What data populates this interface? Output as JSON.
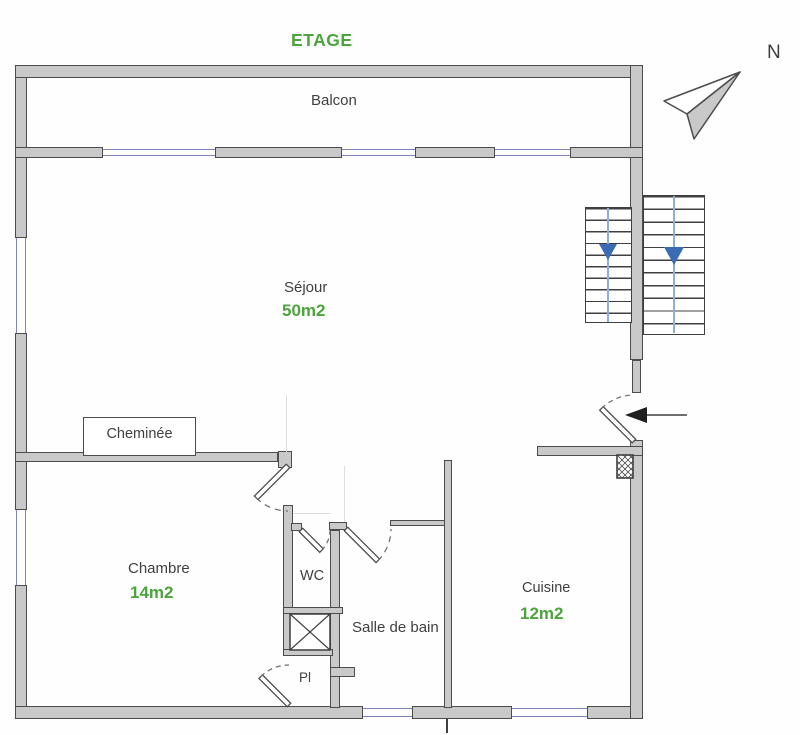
{
  "title": "ETAGE",
  "compass": "N",
  "rooms": {
    "balcon": {
      "name": "Balcon"
    },
    "sejour": {
      "name": "Séjour",
      "area": "50m2"
    },
    "chambre": {
      "name": "Chambre",
      "area": "14m2"
    },
    "cuisine": {
      "name": "Cuisine",
      "area": "12m2"
    },
    "wc": {
      "name": "WC"
    },
    "salle_de_bain": {
      "name": "Salle de bain"
    },
    "placard": {
      "name": "Pl"
    },
    "cheminee": {
      "name": "Cheminée"
    }
  },
  "colors": {
    "accent_green": "#4ba43c",
    "wall_fill": "#c9c9c9",
    "wall_line": "#4c4c4c",
    "window_line": "#8084bd",
    "stair_guide_blue": "#8aafdb",
    "stair_arrow_blue": "#3a6cb4",
    "text": "#3f3f3f"
  }
}
